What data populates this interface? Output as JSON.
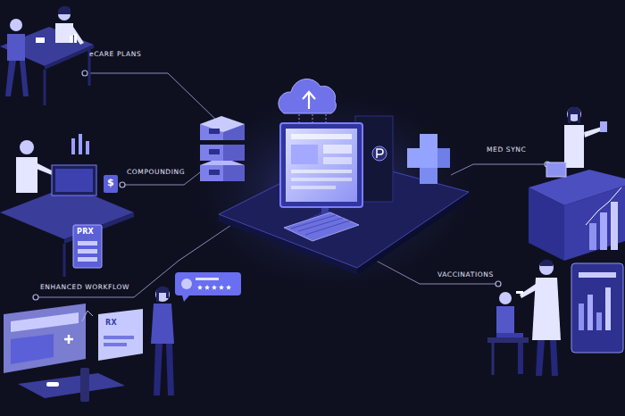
{
  "diagram": {
    "labels": [
      "eCARE PLANS",
      "COMPOUNDING",
      "$",
      "PRX",
      "MED SYNC",
      "ENHANCED WORKFLOW",
      "RX",
      "VACCINATIONS"
    ]
  }
}
